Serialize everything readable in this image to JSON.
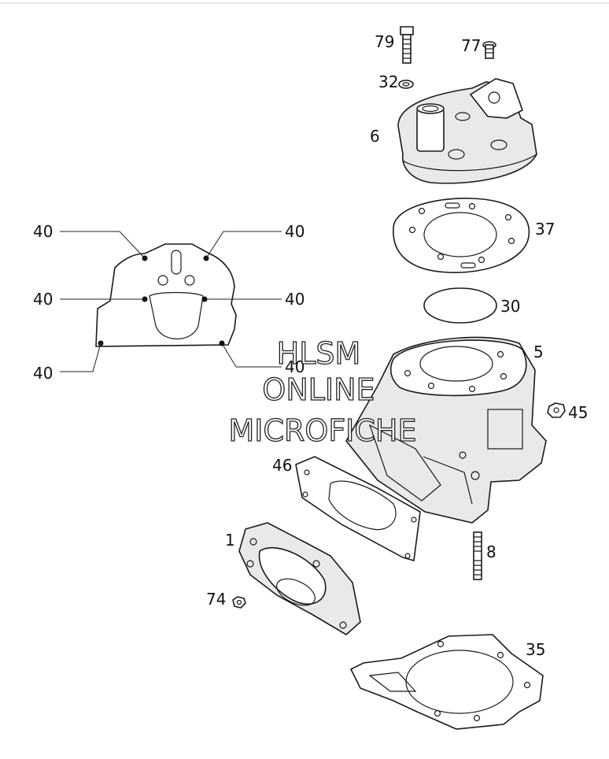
{
  "callouts": {
    "p79": "79",
    "p77": "77",
    "p32": "32",
    "p6": "6",
    "p37": "37",
    "p30": "30",
    "p5": "5",
    "p45": "45",
    "p46": "46",
    "p8": "8",
    "p1": "1",
    "p74": "74",
    "p35": "35",
    "p40": [
      "40",
      "40",
      "40",
      "40",
      "40",
      "40"
    ]
  },
  "watermark": {
    "line1": "HLSM",
    "line2": "ONLINE",
    "line3": "MICROFICHE"
  }
}
